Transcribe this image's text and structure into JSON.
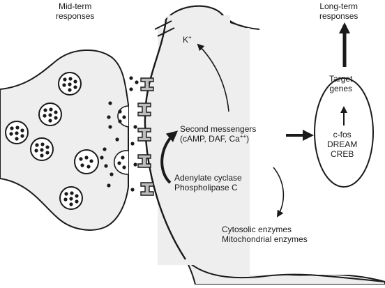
{
  "labels": {
    "mid_term_line1": "Mid-term",
    "mid_term_line2": "responses",
    "long_term_line1": "Long-term",
    "long_term_line2": "responses",
    "k_base": "K",
    "k_sup": "+",
    "second_line1": "Second messengers",
    "second_line2": "(cAMP, DAF, Ca",
    "second_sup": "++",
    "second_close": ")",
    "adenylate": "Adenylate cyclase",
    "phospholipase": "Phospholipase C",
    "cytosolic": "Cytosolic enzymes",
    "mitochondrial": "Mitochondrial enzymes",
    "target_line1": "Target",
    "target_line2": "genes",
    "cfos": "c-fos",
    "dream": "DREAM",
    "creb": "CREB"
  },
  "colors": {
    "cell_fill": "#eeeeee",
    "receptor_fill": "#bdbdbd",
    "ink": "#1a1a1a"
  }
}
